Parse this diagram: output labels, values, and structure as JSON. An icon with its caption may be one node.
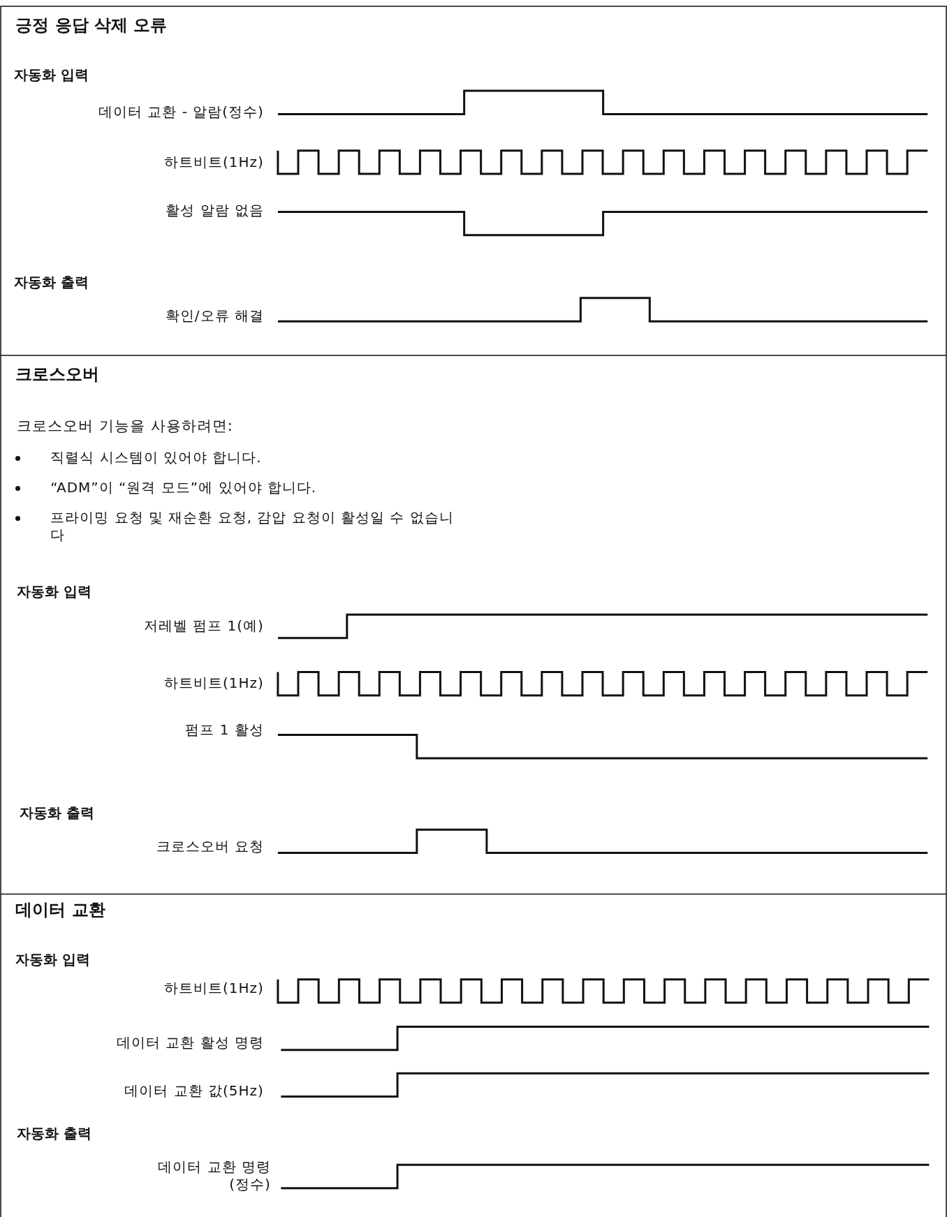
{
  "diagram": {
    "labels": [
      "긍정 응답 삭제 오류",
      "자동화 입력",
      "데이터 교환 - 알람(정수)",
      "하트비트(1Hz)",
      "활성 알람 없음",
      "자동화 출력",
      "확인/오류 해결",
      "크로스오버",
      "크로스오버 기능을 사용하려면:",
      "직렬식 시스템이 있어야 합니다.",
      "“ADM”이 “원격 모드”에 있어야 합니다.",
      "프라이밍 요청 및 재순환 요청, 감압 요청이 활성일 수 없습니다",
      "자동화 입력",
      "저레벨 펌프 1(예)",
      "하트비트(1Hz)",
      "펌프 1 활성",
      "자동화 출력",
      "크로스오버 요청",
      "데이터 교환",
      "자동화 입력",
      "하트비트(1Hz)",
      "데이터 교환 활성 명령",
      "데이터 교환 값(5Hz)",
      "자동화 출력",
      "데이터 교환 명령 (정수)"
    ]
  }
}
